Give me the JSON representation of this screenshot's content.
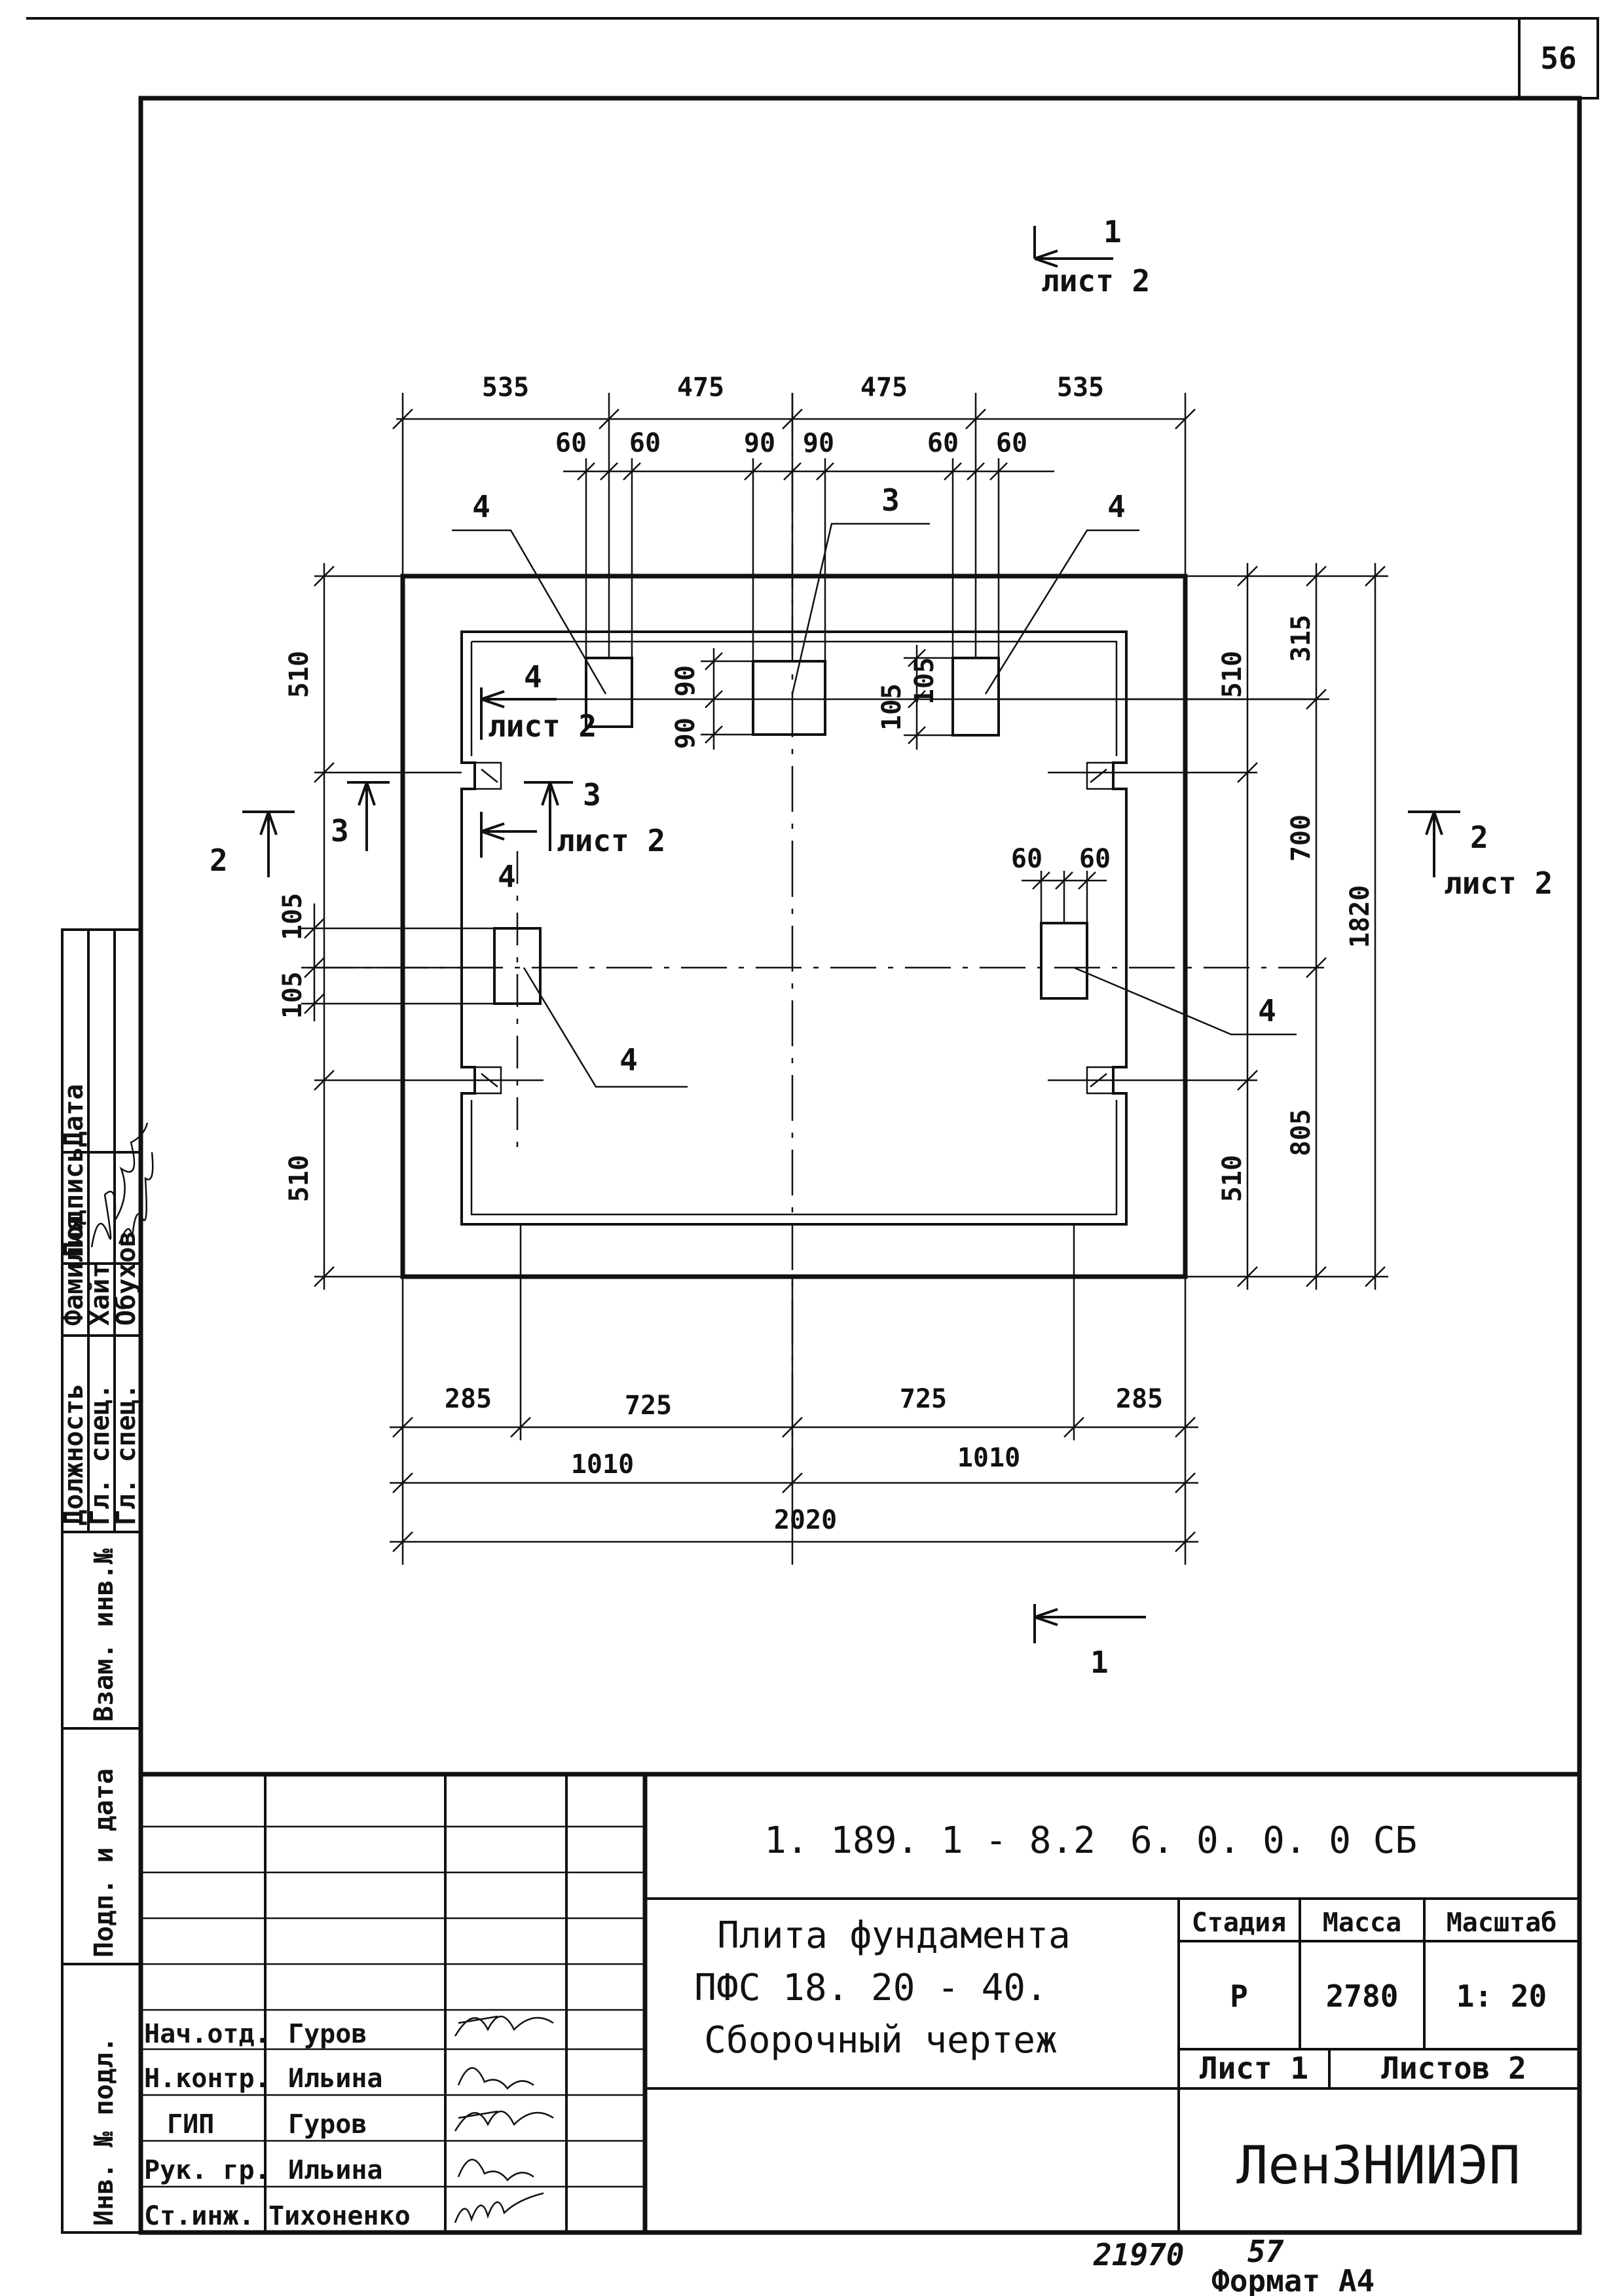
{
  "page_number": "56",
  "sections": {
    "s1_top": {
      "num": "1",
      "sheet": "лист 2"
    },
    "s1_bottom": {
      "num": "1"
    },
    "s2_left": {
      "num": "2"
    },
    "s2_right": {
      "num": "2",
      "sheet": "лист 2"
    },
    "s3_left": {
      "num": "3"
    },
    "s3_right": {
      "num": "3",
      "sheet": "лист 2"
    },
    "s4_top": {
      "num": "4",
      "sheet": "лист 2"
    },
    "s4_mid": {
      "num": "4"
    }
  },
  "dimensions": {
    "top_main": [
      "535",
      "475",
      "475",
      "535"
    ],
    "top_small": [
      "60",
      "60",
      "90",
      "90",
      "60",
      "60"
    ],
    "bottom_row1": [
      "285",
      "725",
      "725",
      "285"
    ],
    "bottom_row2": [
      "1010",
      "1010"
    ],
    "bottom_total": "2020",
    "left": [
      "510",
      "105",
      "105",
      "510"
    ],
    "right_inner": [
      "510",
      "510"
    ],
    "right_mid": [
      "315",
      "700",
      "805"
    ],
    "right_total": "1820",
    "insert_top_center": [
      "90",
      "90"
    ],
    "insert_top_right": [
      "105",
      "105"
    ],
    "insert_right": [
      "60",
      "60"
    ]
  },
  "callouts": {
    "c4_top_left": "4",
    "c3_top": "3",
    "c4_top_right": "4",
    "c4_left": "4",
    "c4_right": "4"
  },
  "side_stamp": {
    "headers": [
      "Должность",
      "Фамилия",
      "Подпись",
      "Дата"
    ],
    "rows": [
      {
        "position": "Гл. спец.",
        "name": "Хайт"
      },
      {
        "position": "Гл. спец.",
        "name": "Обухов"
      }
    ],
    "labels": [
      "Взам. инв.№",
      "Подп. и дата",
      "Инв. № подл."
    ]
  },
  "title_block": {
    "code": "1. 189. 1 - 8.2",
    "doc_code": "6. 0. 0. 0 СБ",
    "title_lines": [
      "Плита фундамента",
      "ПФС 18. 20 - 40.",
      "Сборочный чертеж"
    ],
    "headers": {
      "stage": "Стадия",
      "mass": "Масса",
      "scale": "Масштаб"
    },
    "values": {
      "stage": "Р",
      "mass": "2780",
      "scale": "1: 20"
    },
    "sheet": "Лист 1",
    "sheets_total": "Листов 2",
    "org": "ЛенЗНИИЭП",
    "staff": [
      {
        "role": "Нач.отд.",
        "name": "Гуров"
      },
      {
        "role": "Н.контр.",
        "name": "Ильина"
      },
      {
        "role": "ГИП",
        "name": "Гуров"
      },
      {
        "role": "Рук. гр.",
        "name": "Ильина"
      },
      {
        "role": "Ст.инж.",
        "name": "Тихоненко"
      }
    ]
  },
  "footer": {
    "number_left": "21970",
    "number_right": "57",
    "format": "Формат А4"
  }
}
